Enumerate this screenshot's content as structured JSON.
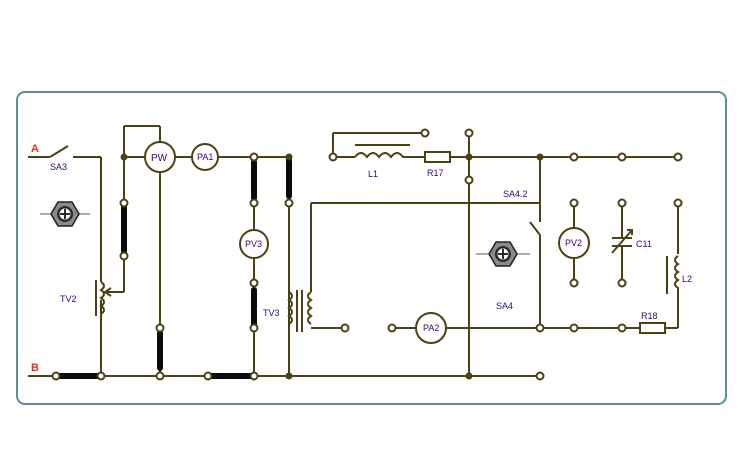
{
  "terminals": {
    "a": "A",
    "b": "B"
  },
  "colors": {
    "panel_border": "#5d8f93",
    "wire": "#4a4212",
    "thick_link": "#0b0b0b",
    "terminal_label": "#e0321b",
    "component_label": "#2b0a7a"
  },
  "components": {
    "sa3": "SA3",
    "tv2": "TV2",
    "pw": "PW",
    "pa1": "PA1",
    "pv3": "PV3",
    "tv3": "TV3",
    "l1": "L1",
    "r17": "R17",
    "pa2": "PA2",
    "sa42": "SA4.2",
    "sa4": "SA4",
    "pv2": "PV2",
    "c11": "C11",
    "l2": "L2",
    "r18": "R18"
  },
  "icons": [
    "knob-icon",
    "knob-icon"
  ]
}
